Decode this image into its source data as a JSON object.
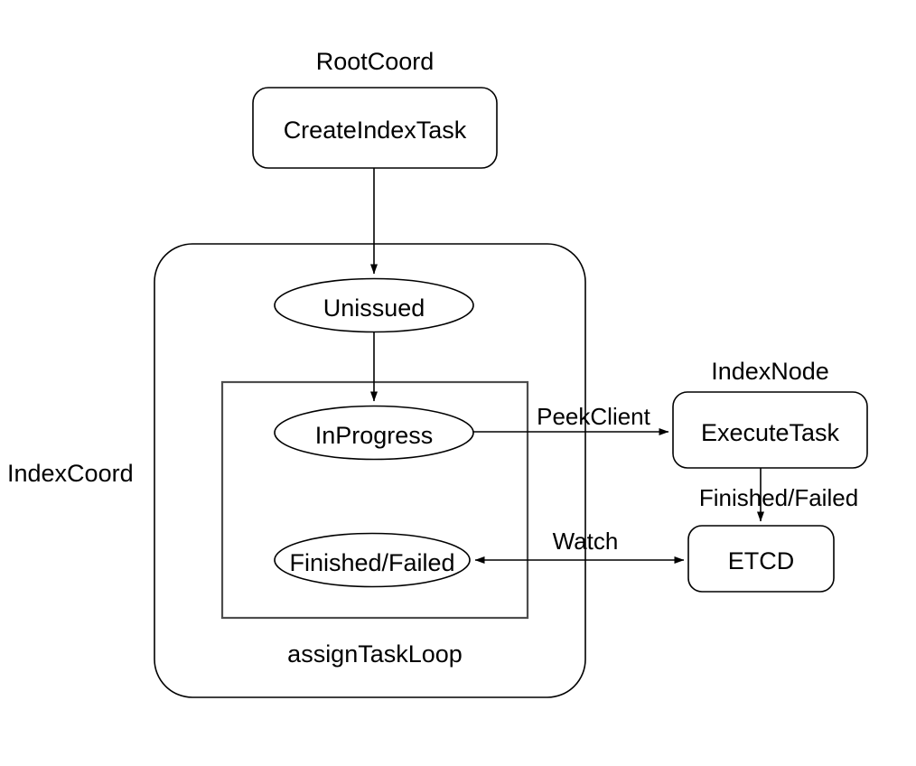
{
  "diagram": {
    "title_hidden": "Milvus index task state flow",
    "background_color": "#ffffff",
    "stroke_color": "#000000",
    "inner_box_stroke_color": "#4d4d4d",
    "groups": [
      {
        "id": "rootcoord",
        "label": "RootCoord",
        "shape": "label-only"
      },
      {
        "id": "indexcoord",
        "label": "IndexCoord",
        "shape": "rounded-rect"
      },
      {
        "id": "assigntaskloop",
        "label": "assignTaskLoop",
        "shape": "rect"
      },
      {
        "id": "indexnode",
        "label": "IndexNode",
        "shape": "label-only"
      }
    ],
    "nodes": [
      {
        "id": "create-index-task",
        "label": "CreateIndexTask",
        "shape": "rounded-rect",
        "group": "rootcoord"
      },
      {
        "id": "unissued",
        "label": "Unissued",
        "shape": "ellipse",
        "group": "indexcoord"
      },
      {
        "id": "in-progress",
        "label": "InProgress",
        "shape": "ellipse",
        "group": "assigntaskloop"
      },
      {
        "id": "finished-failed",
        "label": "Finished/Failed",
        "shape": "ellipse",
        "group": "assigntaskloop"
      },
      {
        "id": "execute-task",
        "label": "ExecuteTask",
        "shape": "rounded-rect",
        "group": "indexnode"
      },
      {
        "id": "etcd",
        "label": "ETCD",
        "shape": "rounded-rect",
        "group": "indexnode"
      }
    ],
    "edges": [
      {
        "id": "create-to-unissued",
        "from": "create-index-task",
        "to": "unissued",
        "label": "",
        "direction": "forward"
      },
      {
        "id": "unissued-to-inprogress",
        "from": "unissued",
        "to": "in-progress",
        "label": "",
        "direction": "forward"
      },
      {
        "id": "inprogress-to-executetask",
        "from": "in-progress",
        "to": "execute-task",
        "label": "PeekClient",
        "direction": "forward"
      },
      {
        "id": "executetask-to-etcd",
        "from": "execute-task",
        "to": "etcd",
        "label": "Finished/Failed",
        "direction": "forward"
      },
      {
        "id": "etcd-to-finishedfailed",
        "from": "etcd",
        "to": "finished-failed",
        "label": "Watch",
        "direction": "both"
      }
    ]
  }
}
